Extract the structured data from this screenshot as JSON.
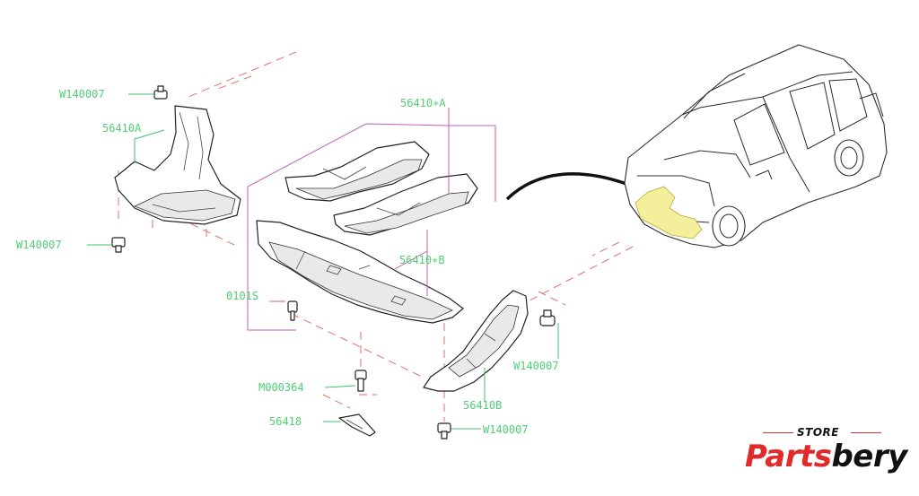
{
  "labels": {
    "w1": "W140007",
    "w2": "W140007",
    "w3": "W140007",
    "w4": "W140007",
    "p56410a": "56410A",
    "p56410sa": "56410∗A",
    "p56410sb": "56410∗B",
    "p56410b": "56410B",
    "p0101s": "0101S",
    "m000364": "M000364",
    "p56418": "56418"
  },
  "logo": {
    "store": "STORE",
    "brand_red": "Parts",
    "brand_black": "bery"
  },
  "colors": {
    "label_green": "#4fcf76",
    "leader_magenta": "#c25fb4",
    "dash_red": "#e0706a",
    "highlight_yellow": "#f4ef9a",
    "brand_red": "#e12a2a"
  }
}
